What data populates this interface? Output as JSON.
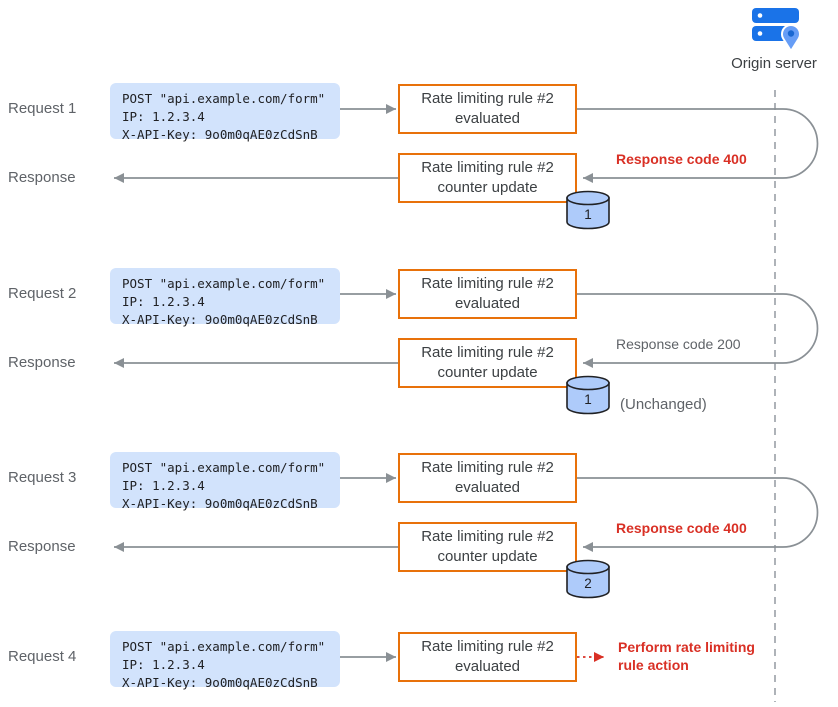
{
  "origin_server_label": "Origin server",
  "request_box": {
    "lines": [
      "POST \"api.example.com/form\"",
      "IP: 1.2.3.4",
      "X-API-Key: 9o0m0qAE0zCdSnB"
    ]
  },
  "rule_boxes": {
    "line1": "Rate limiting rule #2",
    "evaluated_line2": "evaluated",
    "counter_line2": "counter update"
  },
  "rows": [
    {
      "request_label": "Request 1",
      "response_label": "Response",
      "response_code": "Response code 400",
      "response_code_color": "#D93025",
      "counter": "1"
    },
    {
      "request_label": "Request 2",
      "response_label": "Response",
      "response_code": "Response code 200",
      "response_code_color": "#5F6368",
      "counter": "1",
      "note": "(Unchanged)"
    },
    {
      "request_label": "Request 3",
      "response_label": "Response",
      "response_code": "Response code 400",
      "response_code_color": "#D93025",
      "counter": "2"
    },
    {
      "request_label": "Request 4",
      "action_label": "Perform rate limiting rule action",
      "action_color": "#D93025"
    }
  ],
  "colors": {
    "request_box_fill": "#D2E3FC",
    "rule_box_border": "#E8710A",
    "alert_red": "#D93025",
    "muted_gray": "#5F6368",
    "arrow_gray": "#8A9095",
    "db_fill": "#AECBFA",
    "server_blue": "#1A73E8"
  }
}
